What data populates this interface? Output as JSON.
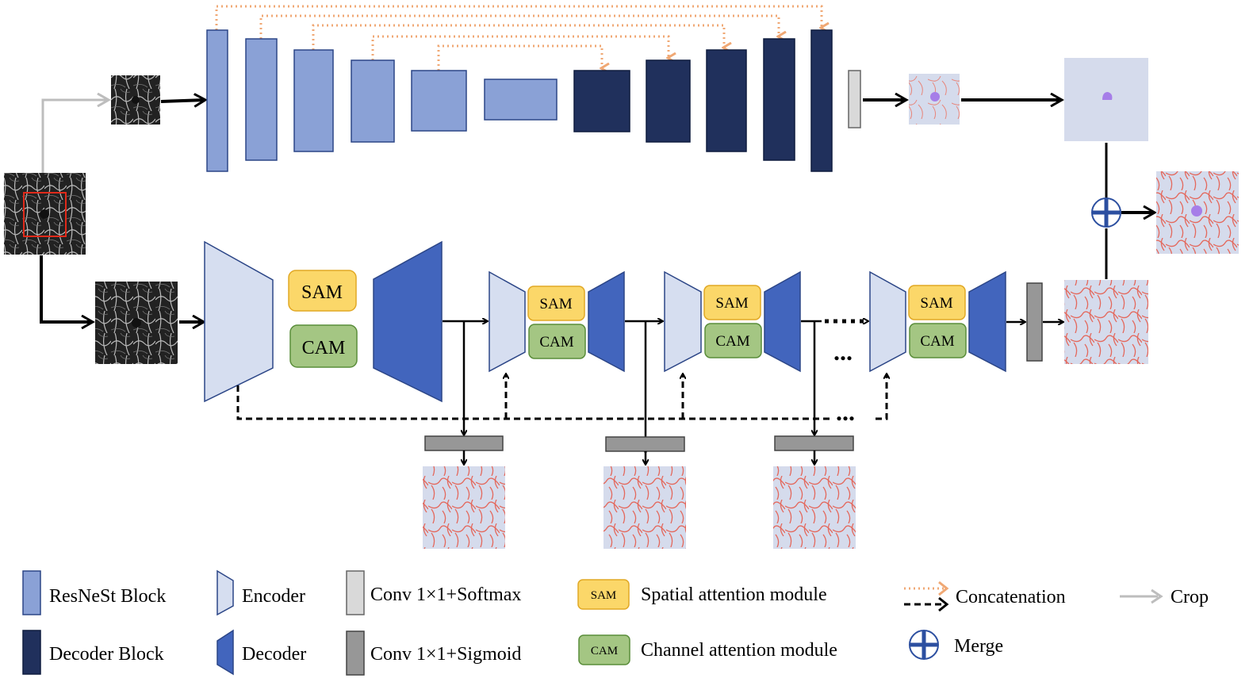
{
  "modules": {
    "sam": "SAM",
    "cam": "CAM",
    "dots": "..."
  },
  "legend": {
    "resnest": "ResNeSt Block",
    "decoder_block": "Decoder Block",
    "encoder": "Encoder",
    "decoder": "Decoder",
    "conv_softmax": "Conv 1×1+Softmax",
    "conv_sigmoid": "Conv 1×1+Sigmoid",
    "sam_icon": "SAM",
    "cam_icon": "CAM",
    "sam_desc": "Spatial attention module",
    "cam_desc": "Channel attention module",
    "concatenation": "Concatenation",
    "merge": "Merge",
    "crop": "Crop"
  },
  "colors": {
    "resnest": "#8aa1d6",
    "decoder_block": "#20305c",
    "encoder": "#d6def0",
    "decoder": "#4265bd",
    "softmax": "#d9d9d9",
    "sigmoid": "#979797",
    "sam": "#fbd769",
    "cam": "#a4c683",
    "concat_arrow": "#f0a874",
    "crop_arrow": "#bdbdbd",
    "vessel": "#e4685c",
    "vessel_bg": "#d5dbec",
    "faz": "#a67ee8"
  }
}
